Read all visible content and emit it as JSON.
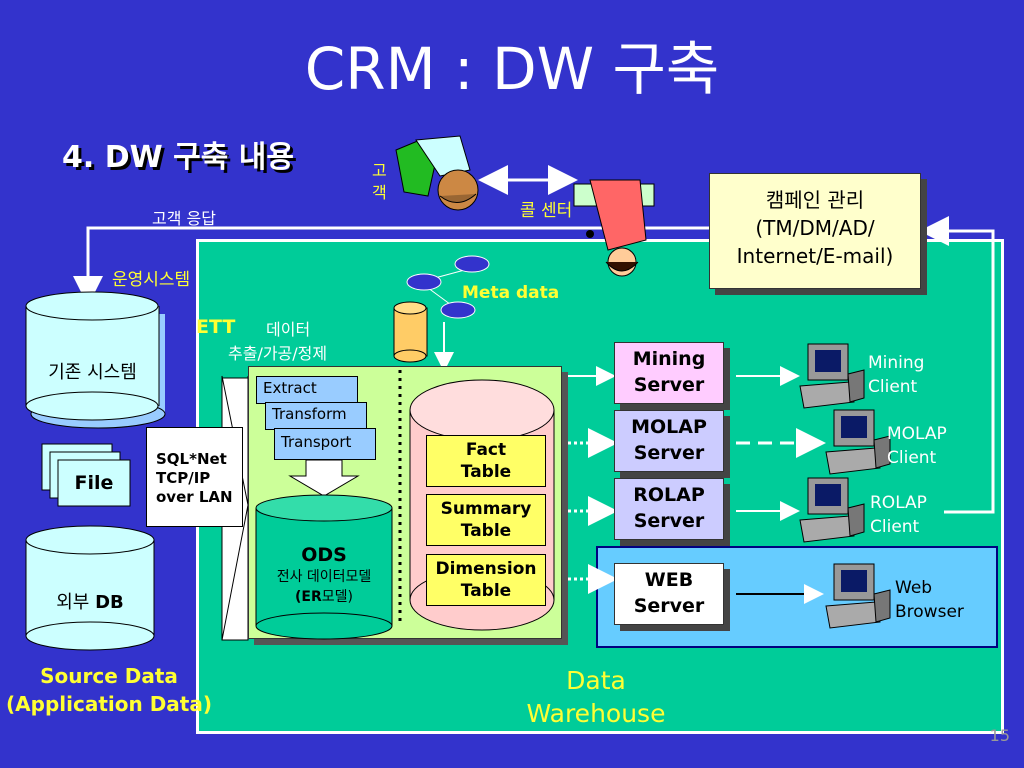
{
  "title": "CRM : DW 구축",
  "subtitle": "4. DW 구축 내용",
  "customer": {
    "label": "고\n객",
    "response": "고객 응답"
  },
  "call_center": "콜 센터",
  "campaign": {
    "line1": "캠페인 관리",
    "line2": "(TM/DM/AD/",
    "line3": "Internet/E-mail)"
  },
  "operation_system": "운영시스템",
  "meta_data": "Meta data",
  "ett": {
    "label": "ETT",
    "desc_line1": "데이터",
    "desc_line2": "추출/가공/정제"
  },
  "sources": {
    "legacy": "기존 시스템",
    "file": "File",
    "external_prefix": "외부 ",
    "external_bold": "DB",
    "caption_line1": "Source Data",
    "caption_line2": "(Application Data)"
  },
  "sql": {
    "line1": "SQL*Net",
    "line2": "TCP/IP",
    "line3": "over LAN"
  },
  "etl": {
    "extract": "Extract",
    "transform": "Transform",
    "transport": "Transport"
  },
  "ods": {
    "title": "ODS",
    "line1": "전사 데이터모델",
    "line2_bold": "(ER",
    "line2_rest": "모델)"
  },
  "tables": {
    "fact": {
      "l1": "Fact",
      "l2": "Table"
    },
    "summary": {
      "l1": "Summary",
      "l2": "Table"
    },
    "dimension": {
      "l1": "Dimension",
      "l2": "Table"
    }
  },
  "servers": {
    "mining": {
      "l1": "Mining",
      "l2": "Server"
    },
    "molap": {
      "l1": "MOLAP",
      "l2": "Server"
    },
    "rolap": {
      "l1": "ROLAP",
      "l2": "Server"
    },
    "web": {
      "l1": "WEB",
      "l2": "Server"
    }
  },
  "clients": {
    "mining": {
      "l1": "Mining",
      "l2": "Client"
    },
    "molap": {
      "l1": "MOLAP",
      "l2": "Client"
    },
    "rolap": {
      "l1": "ROLAP",
      "l2": "Client"
    },
    "web": {
      "l1": "Web",
      "l2": "Browser"
    }
  },
  "dw_label": {
    "l1": "Data",
    "l2": "Warehouse"
  },
  "page_number": "15",
  "colors": {
    "background": "#3333cc",
    "dw_area": "#00cc99",
    "web_area": "#66ccff",
    "label_yellow": "#ffff33"
  }
}
